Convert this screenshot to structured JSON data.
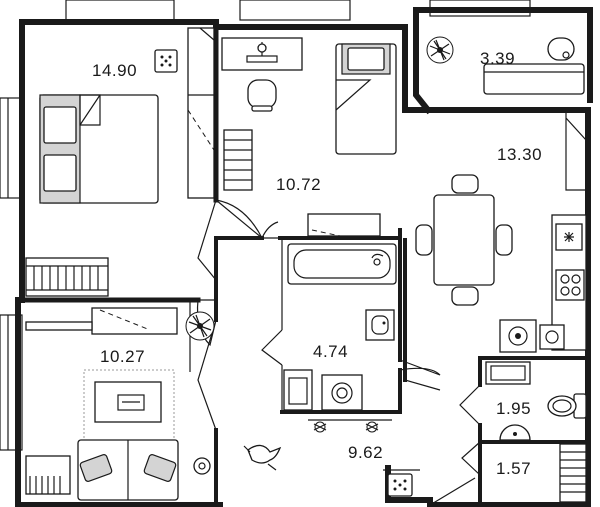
{
  "plan": {
    "rooms": [
      {
        "id": "bedroom-large",
        "area": "14.90"
      },
      {
        "id": "bedroom-small",
        "area": "10.72"
      },
      {
        "id": "balcony",
        "area": "3.39"
      },
      {
        "id": "kitchen",
        "area": "13.30"
      },
      {
        "id": "living-room",
        "area": "10.27"
      },
      {
        "id": "bathroom",
        "area": "4.74"
      },
      {
        "id": "hallway",
        "area": "9.62"
      },
      {
        "id": "toilet",
        "area": "1.95"
      },
      {
        "id": "closet",
        "area": "1.57"
      }
    ]
  }
}
